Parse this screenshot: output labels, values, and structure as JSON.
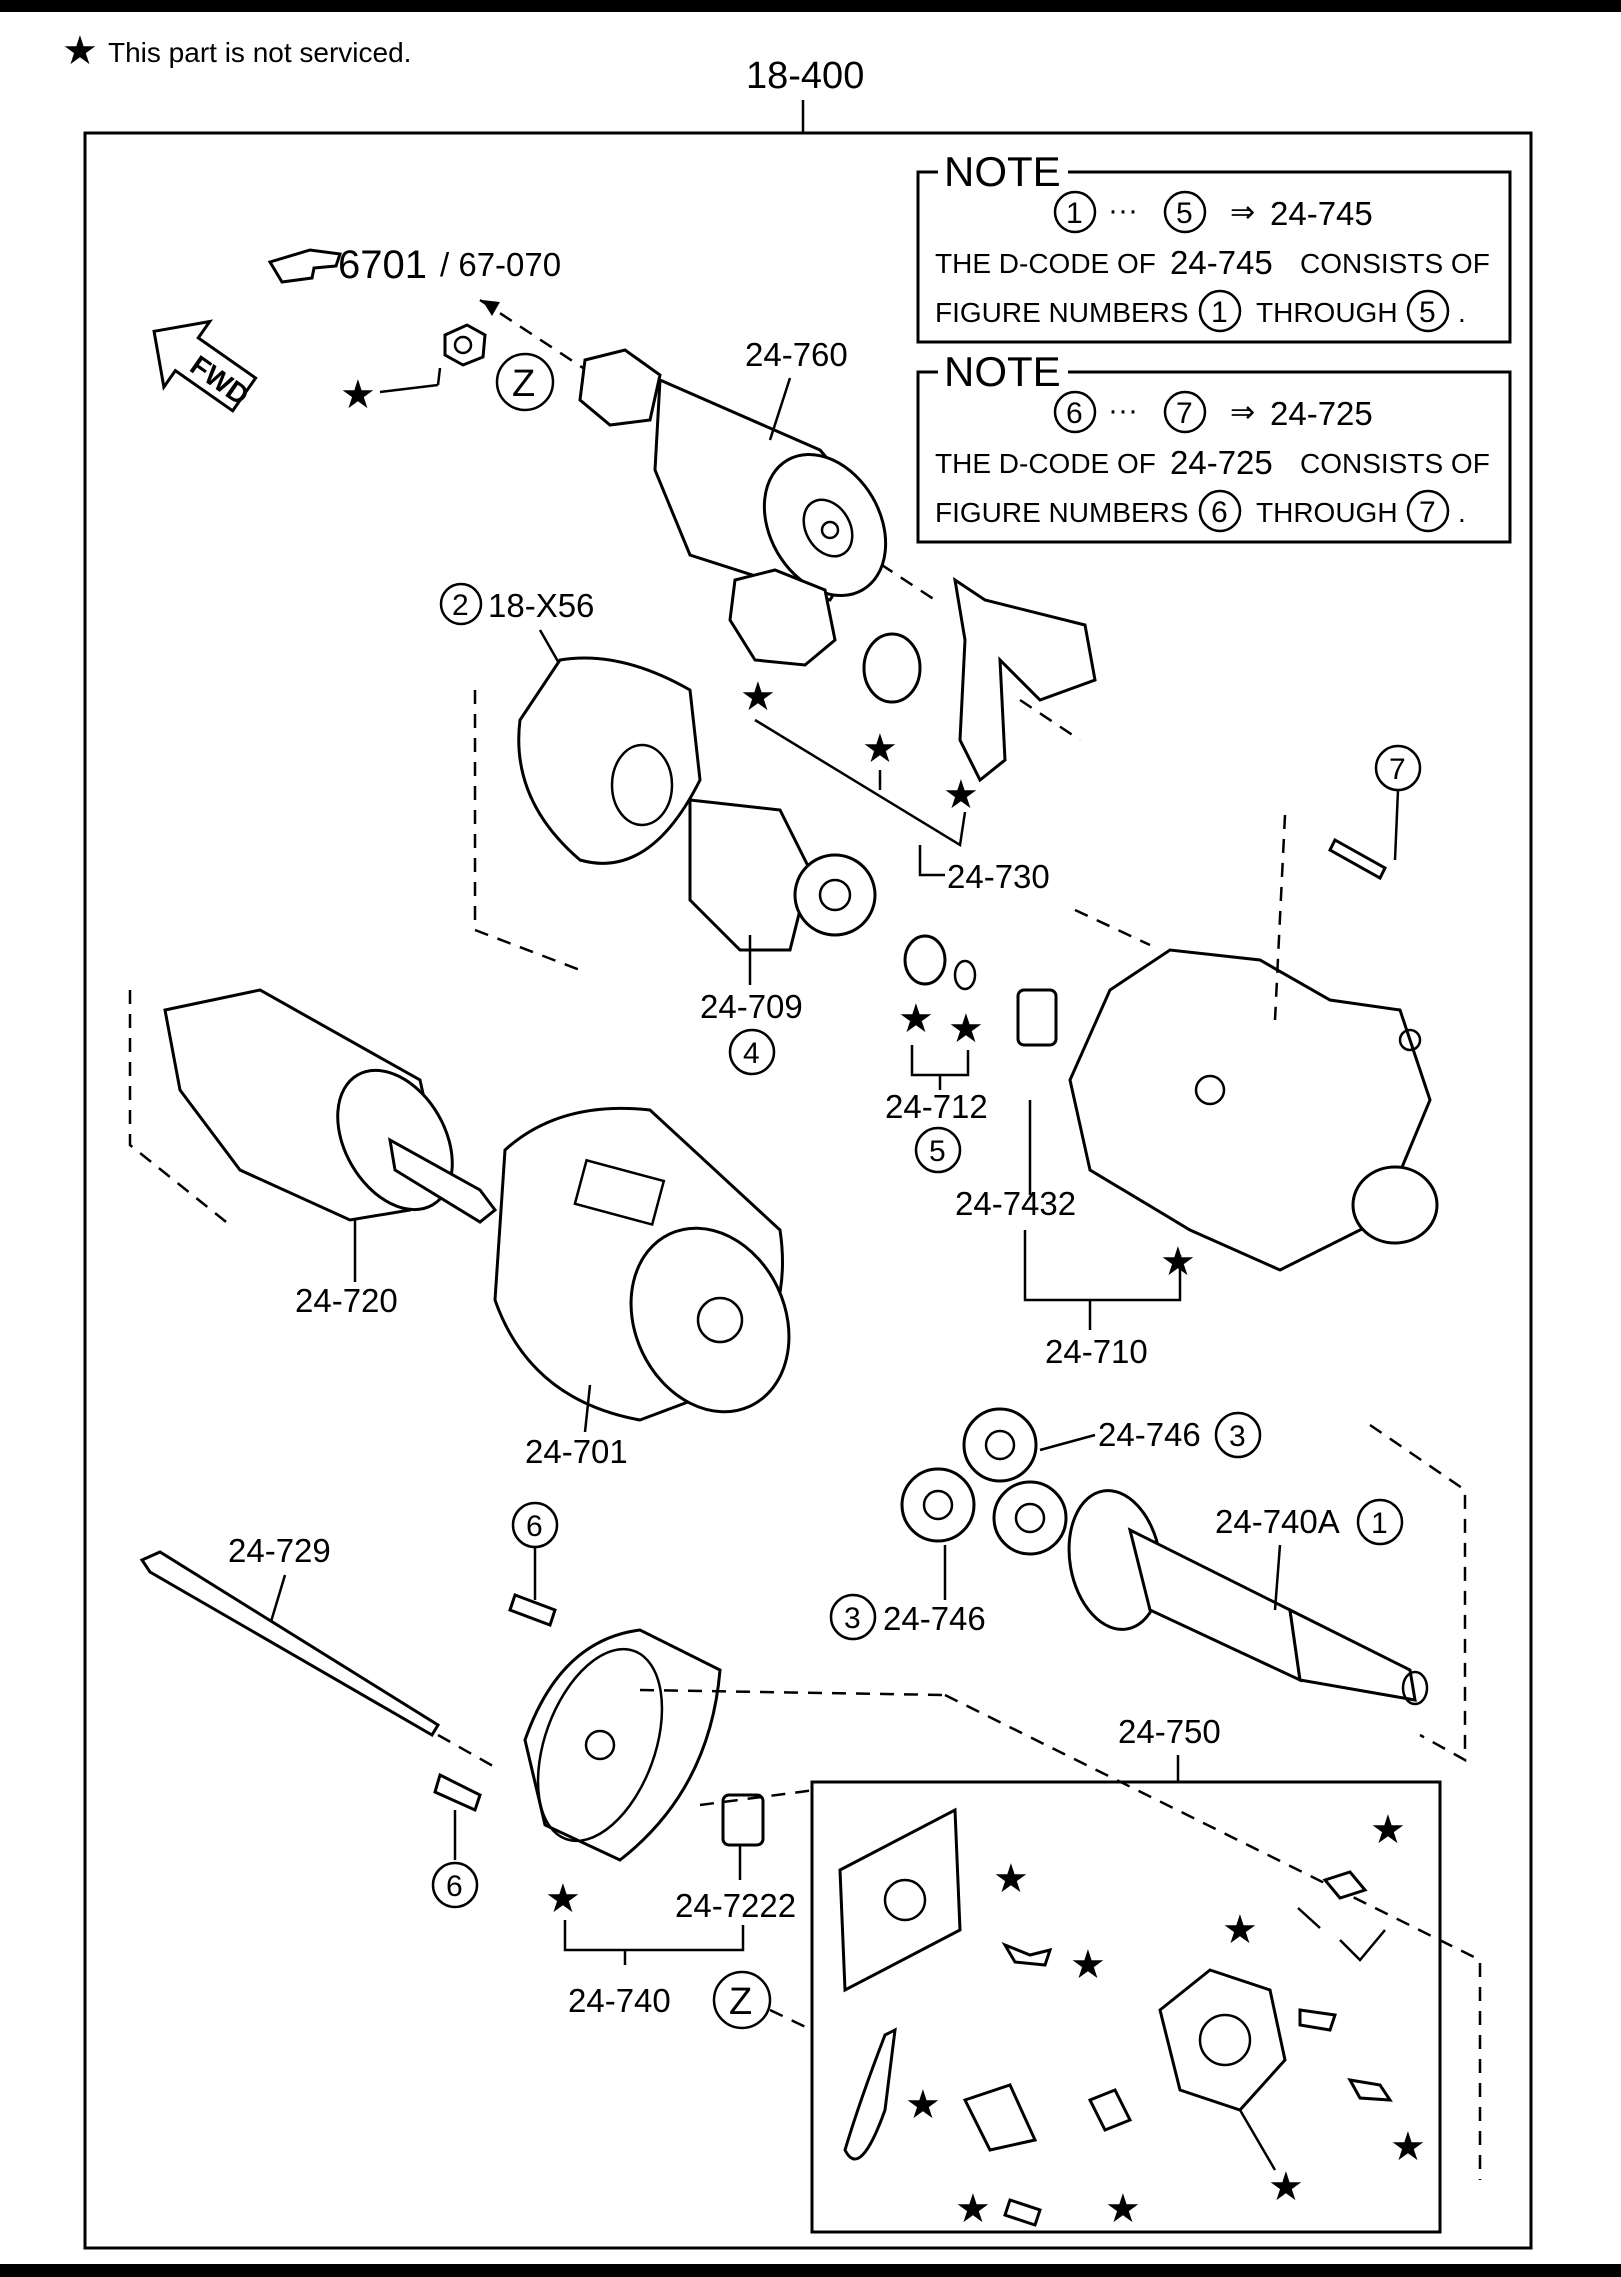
{
  "header": {
    "legend_star": "★",
    "legend_text": "This part is not serviced.",
    "assembly_code": "18-400",
    "reference_main": "6701",
    "reference_sub": "/ 67-070",
    "fwd_label": "FWD"
  },
  "notes": [
    {
      "title": "NOTE",
      "range_from": "1",
      "range_to": "5",
      "ellipsis": "···",
      "arrow": "⇒",
      "code": "24-745",
      "line1_prefix": "THE D-CODE OF",
      "line1_code": "24-745",
      "line1_suffix": "CONSISTS OF",
      "line2_prefix": "FIGURE NUMBERS",
      "line2_mid": "THROUGH",
      "line2_end": "."
    },
    {
      "title": "NOTE",
      "range_from": "6",
      "range_to": "7",
      "ellipsis": "···",
      "arrow": "⇒",
      "code": "24-725",
      "line1_prefix": "THE D-CODE OF",
      "line1_code": "24-725",
      "line1_suffix": "CONSISTS OF",
      "line2_prefix": "FIGURE NUMBERS",
      "line2_mid": "THROUGH",
      "line2_end": "."
    }
  ],
  "callouts": {
    "z": "Z",
    "one": "1",
    "two": "2",
    "three": "3",
    "four": "4",
    "five": "5",
    "six": "6",
    "seven": "7"
  },
  "parts": {
    "p24_760": "24-760",
    "p18_x56": "18-X56",
    "p24_730": "24-730",
    "p24_709": "24-709",
    "p24_712": "24-712",
    "p24_7432": "24-7432",
    "p24_720": "24-720",
    "p24_701": "24-701",
    "p24_710": "24-710",
    "p24_746_a": "24-746",
    "p24_746_b": "24-746",
    "p24_740a": "24-740A",
    "p24_729": "24-729",
    "p24_750": "24-750",
    "p24_7222": "24-7222",
    "p24_740": "24-740"
  },
  "colors": {
    "ink": "#000000",
    "paper": "#ffffff"
  }
}
